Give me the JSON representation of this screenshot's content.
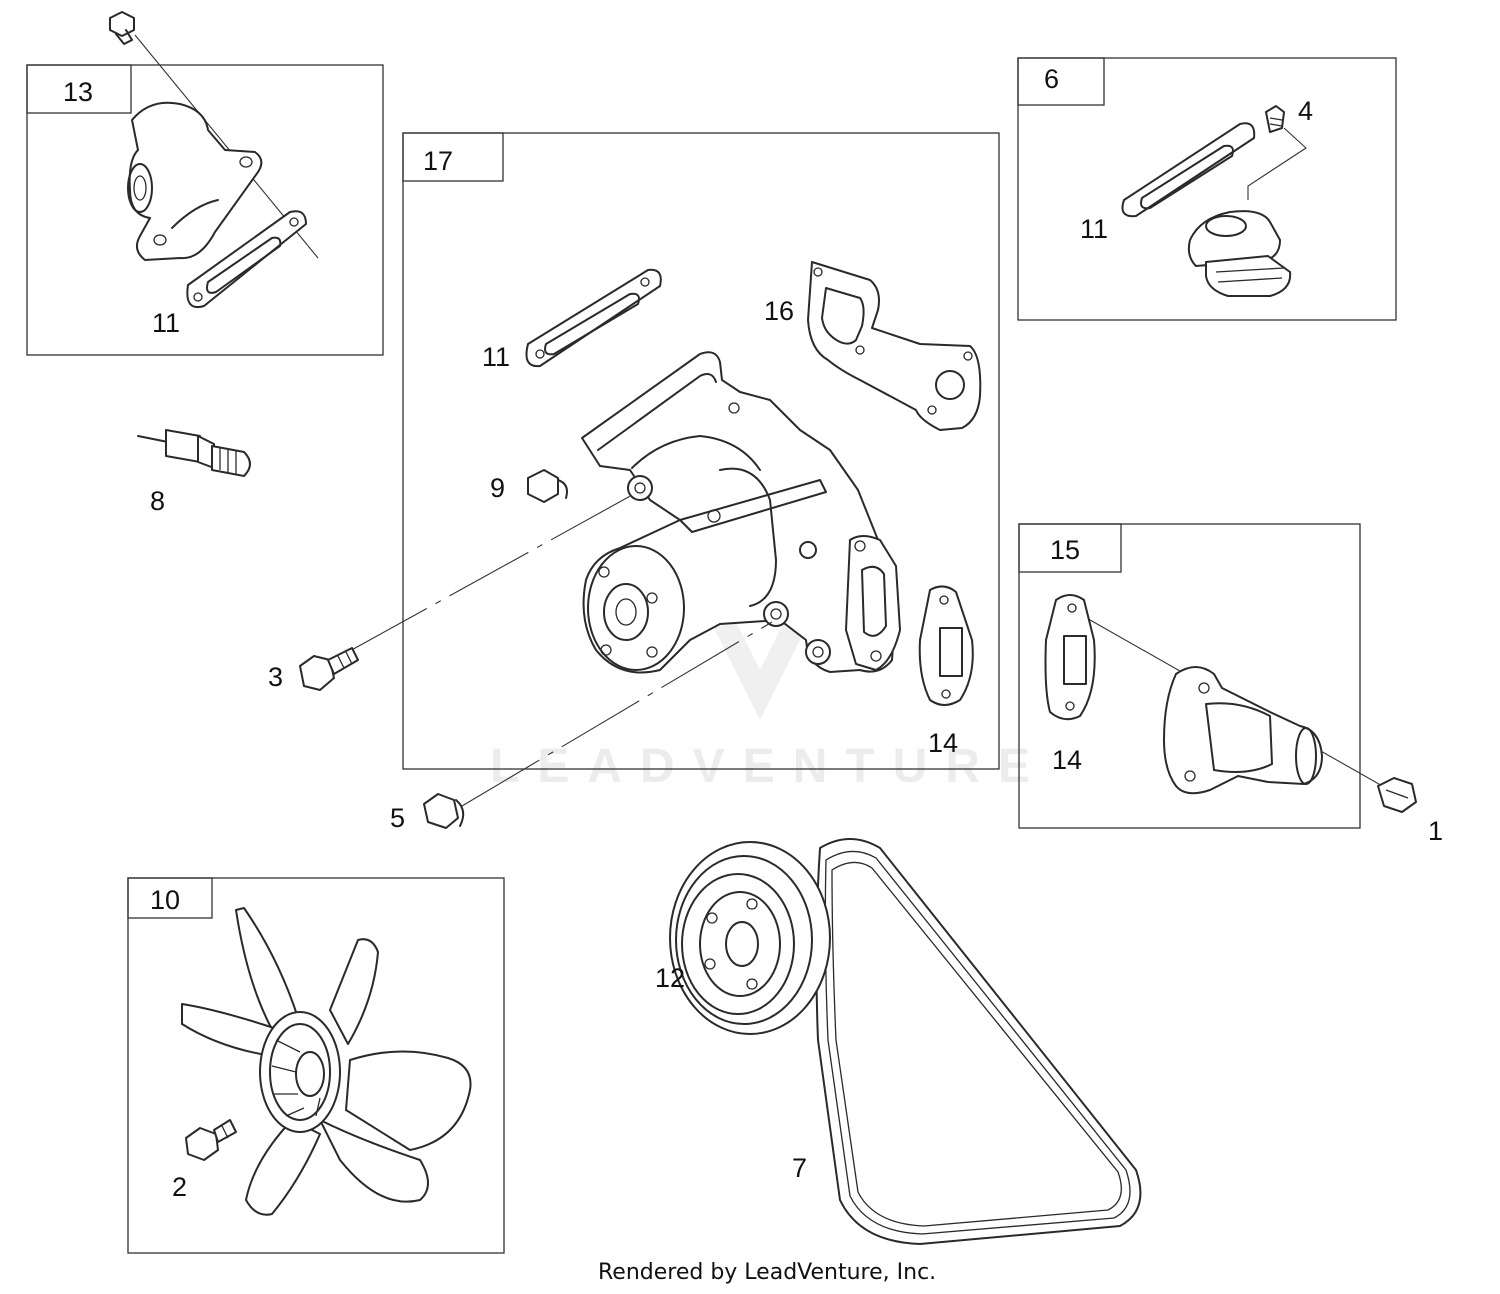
{
  "groups": [
    {
      "id": "13",
      "sub": [
        "11"
      ]
    },
    {
      "id": "17",
      "sub": [
        "11",
        "16",
        "9",
        "14"
      ]
    },
    {
      "id": "6",
      "sub": [
        "4",
        "11"
      ]
    },
    {
      "id": "15",
      "sub": [
        "14"
      ]
    },
    {
      "id": "10",
      "sub": [
        "2"
      ]
    }
  ],
  "loose_parts": [
    "8",
    "3",
    "5",
    "1",
    "12",
    "7"
  ],
  "watermark": "LEADVENTURE",
  "footer": "Rendered by LeadVenture, Inc."
}
